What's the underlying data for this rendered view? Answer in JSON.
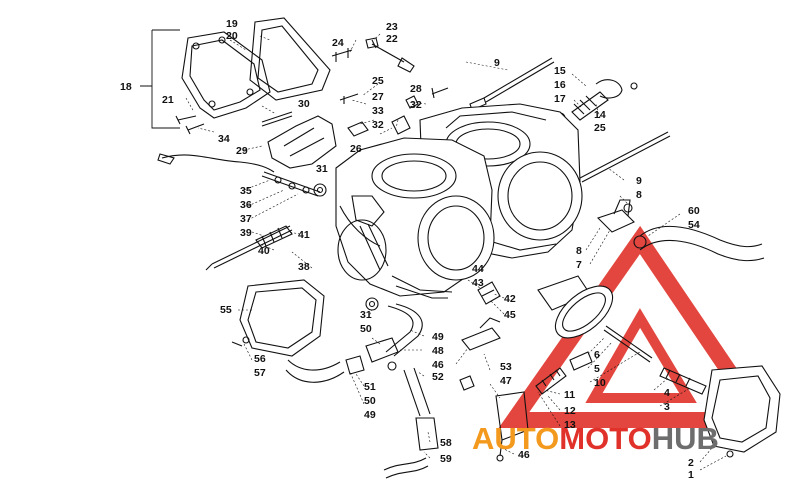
{
  "labels": [
    {
      "id": "19",
      "text": "19"
    },
    {
      "id": "20",
      "text": "20"
    },
    {
      "id": "24",
      "text": "24"
    },
    {
      "id": "23",
      "text": "23"
    },
    {
      "id": "22",
      "text": "22"
    },
    {
      "id": "18",
      "text": "18"
    },
    {
      "id": "21",
      "text": "21"
    },
    {
      "id": "34",
      "text": "34"
    },
    {
      "id": "30",
      "text": "30"
    },
    {
      "id": "29",
      "text": "29"
    },
    {
      "id": "25a",
      "text": "25"
    },
    {
      "id": "27",
      "text": "27"
    },
    {
      "id": "33",
      "text": "33"
    },
    {
      "id": "32a",
      "text": "32"
    },
    {
      "id": "28",
      "text": "28"
    },
    {
      "id": "32b",
      "text": "32"
    },
    {
      "id": "26",
      "text": "26"
    },
    {
      "id": "31a",
      "text": "31"
    },
    {
      "id": "9a",
      "text": "9"
    },
    {
      "id": "15",
      "text": "15"
    },
    {
      "id": "16",
      "text": "16"
    },
    {
      "id": "17",
      "text": "17"
    },
    {
      "id": "14",
      "text": "14"
    },
    {
      "id": "25b",
      "text": "25"
    },
    {
      "id": "35",
      "text": "35"
    },
    {
      "id": "36",
      "text": "36"
    },
    {
      "id": "37",
      "text": "37"
    },
    {
      "id": "39",
      "text": "39"
    },
    {
      "id": "40",
      "text": "40"
    },
    {
      "id": "41",
      "text": "41"
    },
    {
      "id": "38",
      "text": "38"
    },
    {
      "id": "9b",
      "text": "9"
    },
    {
      "id": "8a",
      "text": "8"
    },
    {
      "id": "60",
      "text": "60"
    },
    {
      "id": "54",
      "text": "54"
    },
    {
      "id": "8b",
      "text": "8"
    },
    {
      "id": "7",
      "text": "7"
    },
    {
      "id": "44",
      "text": "44"
    },
    {
      "id": "43",
      "text": "43"
    },
    {
      "id": "42",
      "text": "42"
    },
    {
      "id": "45",
      "text": "45"
    },
    {
      "id": "55",
      "text": "55"
    },
    {
      "id": "31b",
      "text": "31"
    },
    {
      "id": "50a",
      "text": "50"
    },
    {
      "id": "49a",
      "text": "49"
    },
    {
      "id": "48",
      "text": "48"
    },
    {
      "id": "46a",
      "text": "46"
    },
    {
      "id": "53",
      "text": "53"
    },
    {
      "id": "47",
      "text": "47"
    },
    {
      "id": "56",
      "text": "56"
    },
    {
      "id": "57",
      "text": "57"
    },
    {
      "id": "52",
      "text": "52"
    },
    {
      "id": "51",
      "text": "51"
    },
    {
      "id": "50b",
      "text": "50"
    },
    {
      "id": "49b",
      "text": "49"
    },
    {
      "id": "6",
      "text": "6"
    },
    {
      "id": "5",
      "text": "5"
    },
    {
      "id": "10",
      "text": "10"
    },
    {
      "id": "4",
      "text": "4"
    },
    {
      "id": "3",
      "text": "3"
    },
    {
      "id": "11",
      "text": "11"
    },
    {
      "id": "12",
      "text": "12"
    },
    {
      "id": "13",
      "text": "13"
    },
    {
      "id": "58",
      "text": "58"
    },
    {
      "id": "59",
      "text": "59"
    },
    {
      "id": "46b",
      "text": "46"
    },
    {
      "id": "2",
      "text": "2"
    },
    {
      "id": "1",
      "text": "1"
    }
  ],
  "watermark": {
    "part1": "AUTO",
    "part2": "MOTO",
    "part3": "HUB",
    "color_orange": "#f39a1e",
    "color_red": "#e0322a",
    "color_gray": "#6d6d6d"
  }
}
